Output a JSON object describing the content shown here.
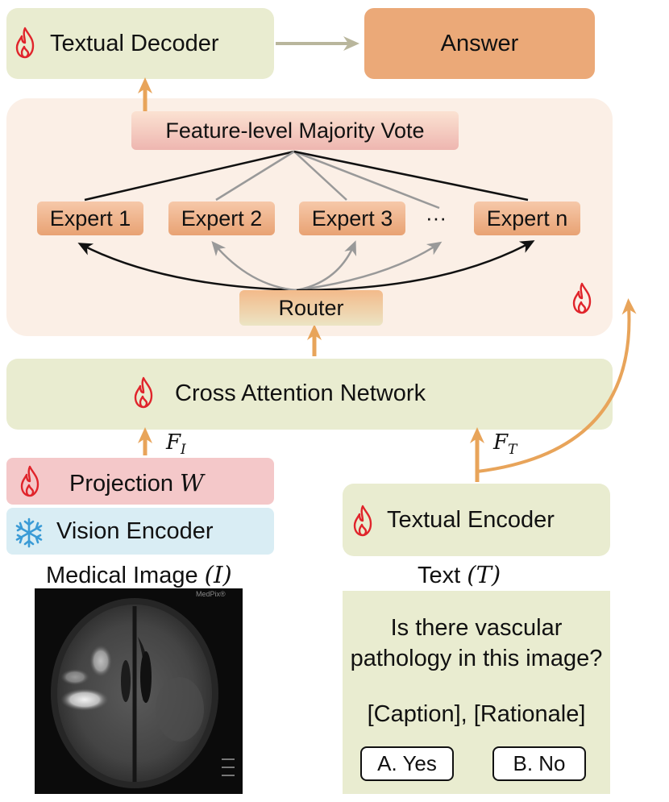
{
  "decoder": {
    "label": "Textual Decoder"
  },
  "answer": {
    "label": "Answer"
  },
  "moe": {
    "vote_label": "Feature-level Majority Vote",
    "experts": [
      "Expert 1",
      "Expert 2",
      "Expert 3",
      "···",
      "Expert n"
    ],
    "router_label": "Router"
  },
  "cross_attention": {
    "label": "Cross Attention Network"
  },
  "features": {
    "image_feature": "F",
    "image_sub": "I",
    "text_feature": "F",
    "text_sub": "T"
  },
  "projection": {
    "label": "Projection",
    "symbol": "W"
  },
  "vision_encoder": {
    "label": "Vision Encoder"
  },
  "textual_encoder": {
    "label": "Textual Encoder"
  },
  "medical_image": {
    "caption": "Medical Image",
    "symbol": "(I)",
    "watermark": "MedPix®"
  },
  "text_input": {
    "caption": "Text",
    "symbol": "(T)",
    "question_line1": "Is there vascular",
    "question_line2": "pathology in this image?",
    "extras": "[Caption], [Rationale]",
    "option_a": "A. Yes",
    "option_b": "B. No"
  },
  "colors": {
    "trainable_flame": "#e0242b",
    "arrow_orange": "#e8a45a",
    "arrow_gray": "#b9b69c",
    "green_box": "#e9ecd0",
    "answer_box": "#eba978"
  }
}
